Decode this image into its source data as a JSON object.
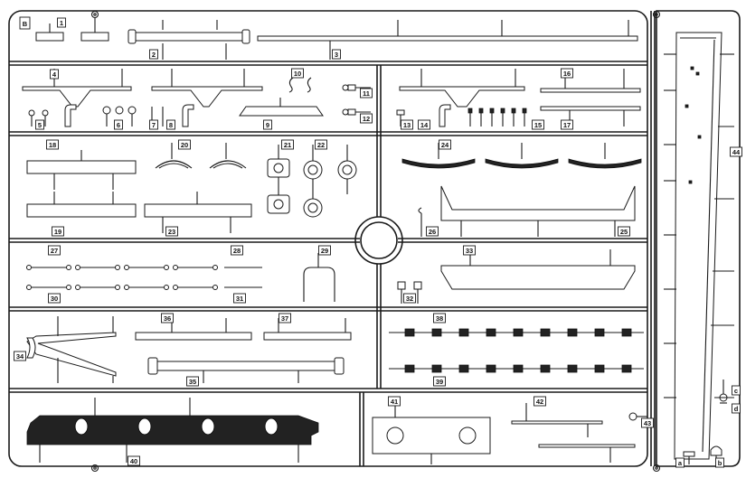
{
  "sprue": {
    "letter": "B",
    "part_numbers": [
      "1",
      "2",
      "3",
      "4",
      "5",
      "6",
      "7",
      "8",
      "9",
      "10",
      "11",
      "12",
      "13",
      "14",
      "15",
      "16",
      "17",
      "18",
      "19",
      "20",
      "21",
      "22",
      "23",
      "24",
      "25",
      "26",
      "27",
      "28",
      "29",
      "30",
      "31",
      "32",
      "33",
      "34",
      "35",
      "36",
      "37",
      "38",
      "39",
      "40",
      "41",
      "42",
      "43",
      "44"
    ],
    "corner_labels": [
      "a",
      "b",
      "c",
      "d"
    ]
  },
  "colors": {
    "line": "#1a1a1a",
    "fill_dark": "#222222",
    "paper": "#ffffff"
  }
}
